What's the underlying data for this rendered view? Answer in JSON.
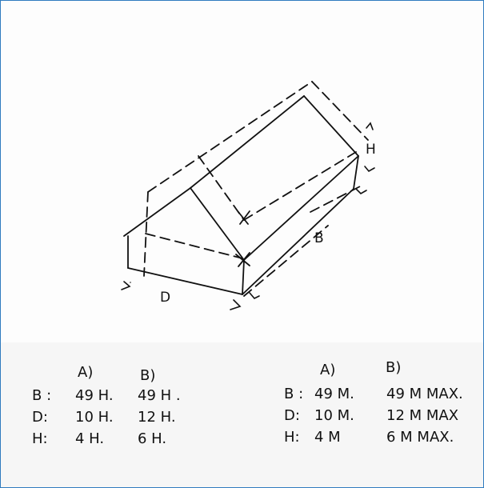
{
  "sketch": {
    "label_d": "D",
    "label_b": "B",
    "label_h": "H"
  },
  "table_left": {
    "col_a": "A)",
    "col_b": "B)",
    "rows": [
      {
        "key": "B :",
        "a": "49 H.",
        "b": "49 H ."
      },
      {
        "key": "D:",
        "a": "10 H.",
        "b": "12 H."
      },
      {
        "key": "H:",
        "a": "4 H.",
        "b": "6 H."
      }
    ]
  },
  "table_right": {
    "col_a": "A)",
    "col_b": "B)",
    "rows": [
      {
        "key": "B :",
        "a": "49 M.",
        "b": "49 M MAX."
      },
      {
        "key": "D:",
        "a": "10 M.",
        "b": "12 M MAX"
      },
      {
        "key": "H:",
        "a": "4 M",
        "b": "6 M MAX."
      }
    ]
  }
}
